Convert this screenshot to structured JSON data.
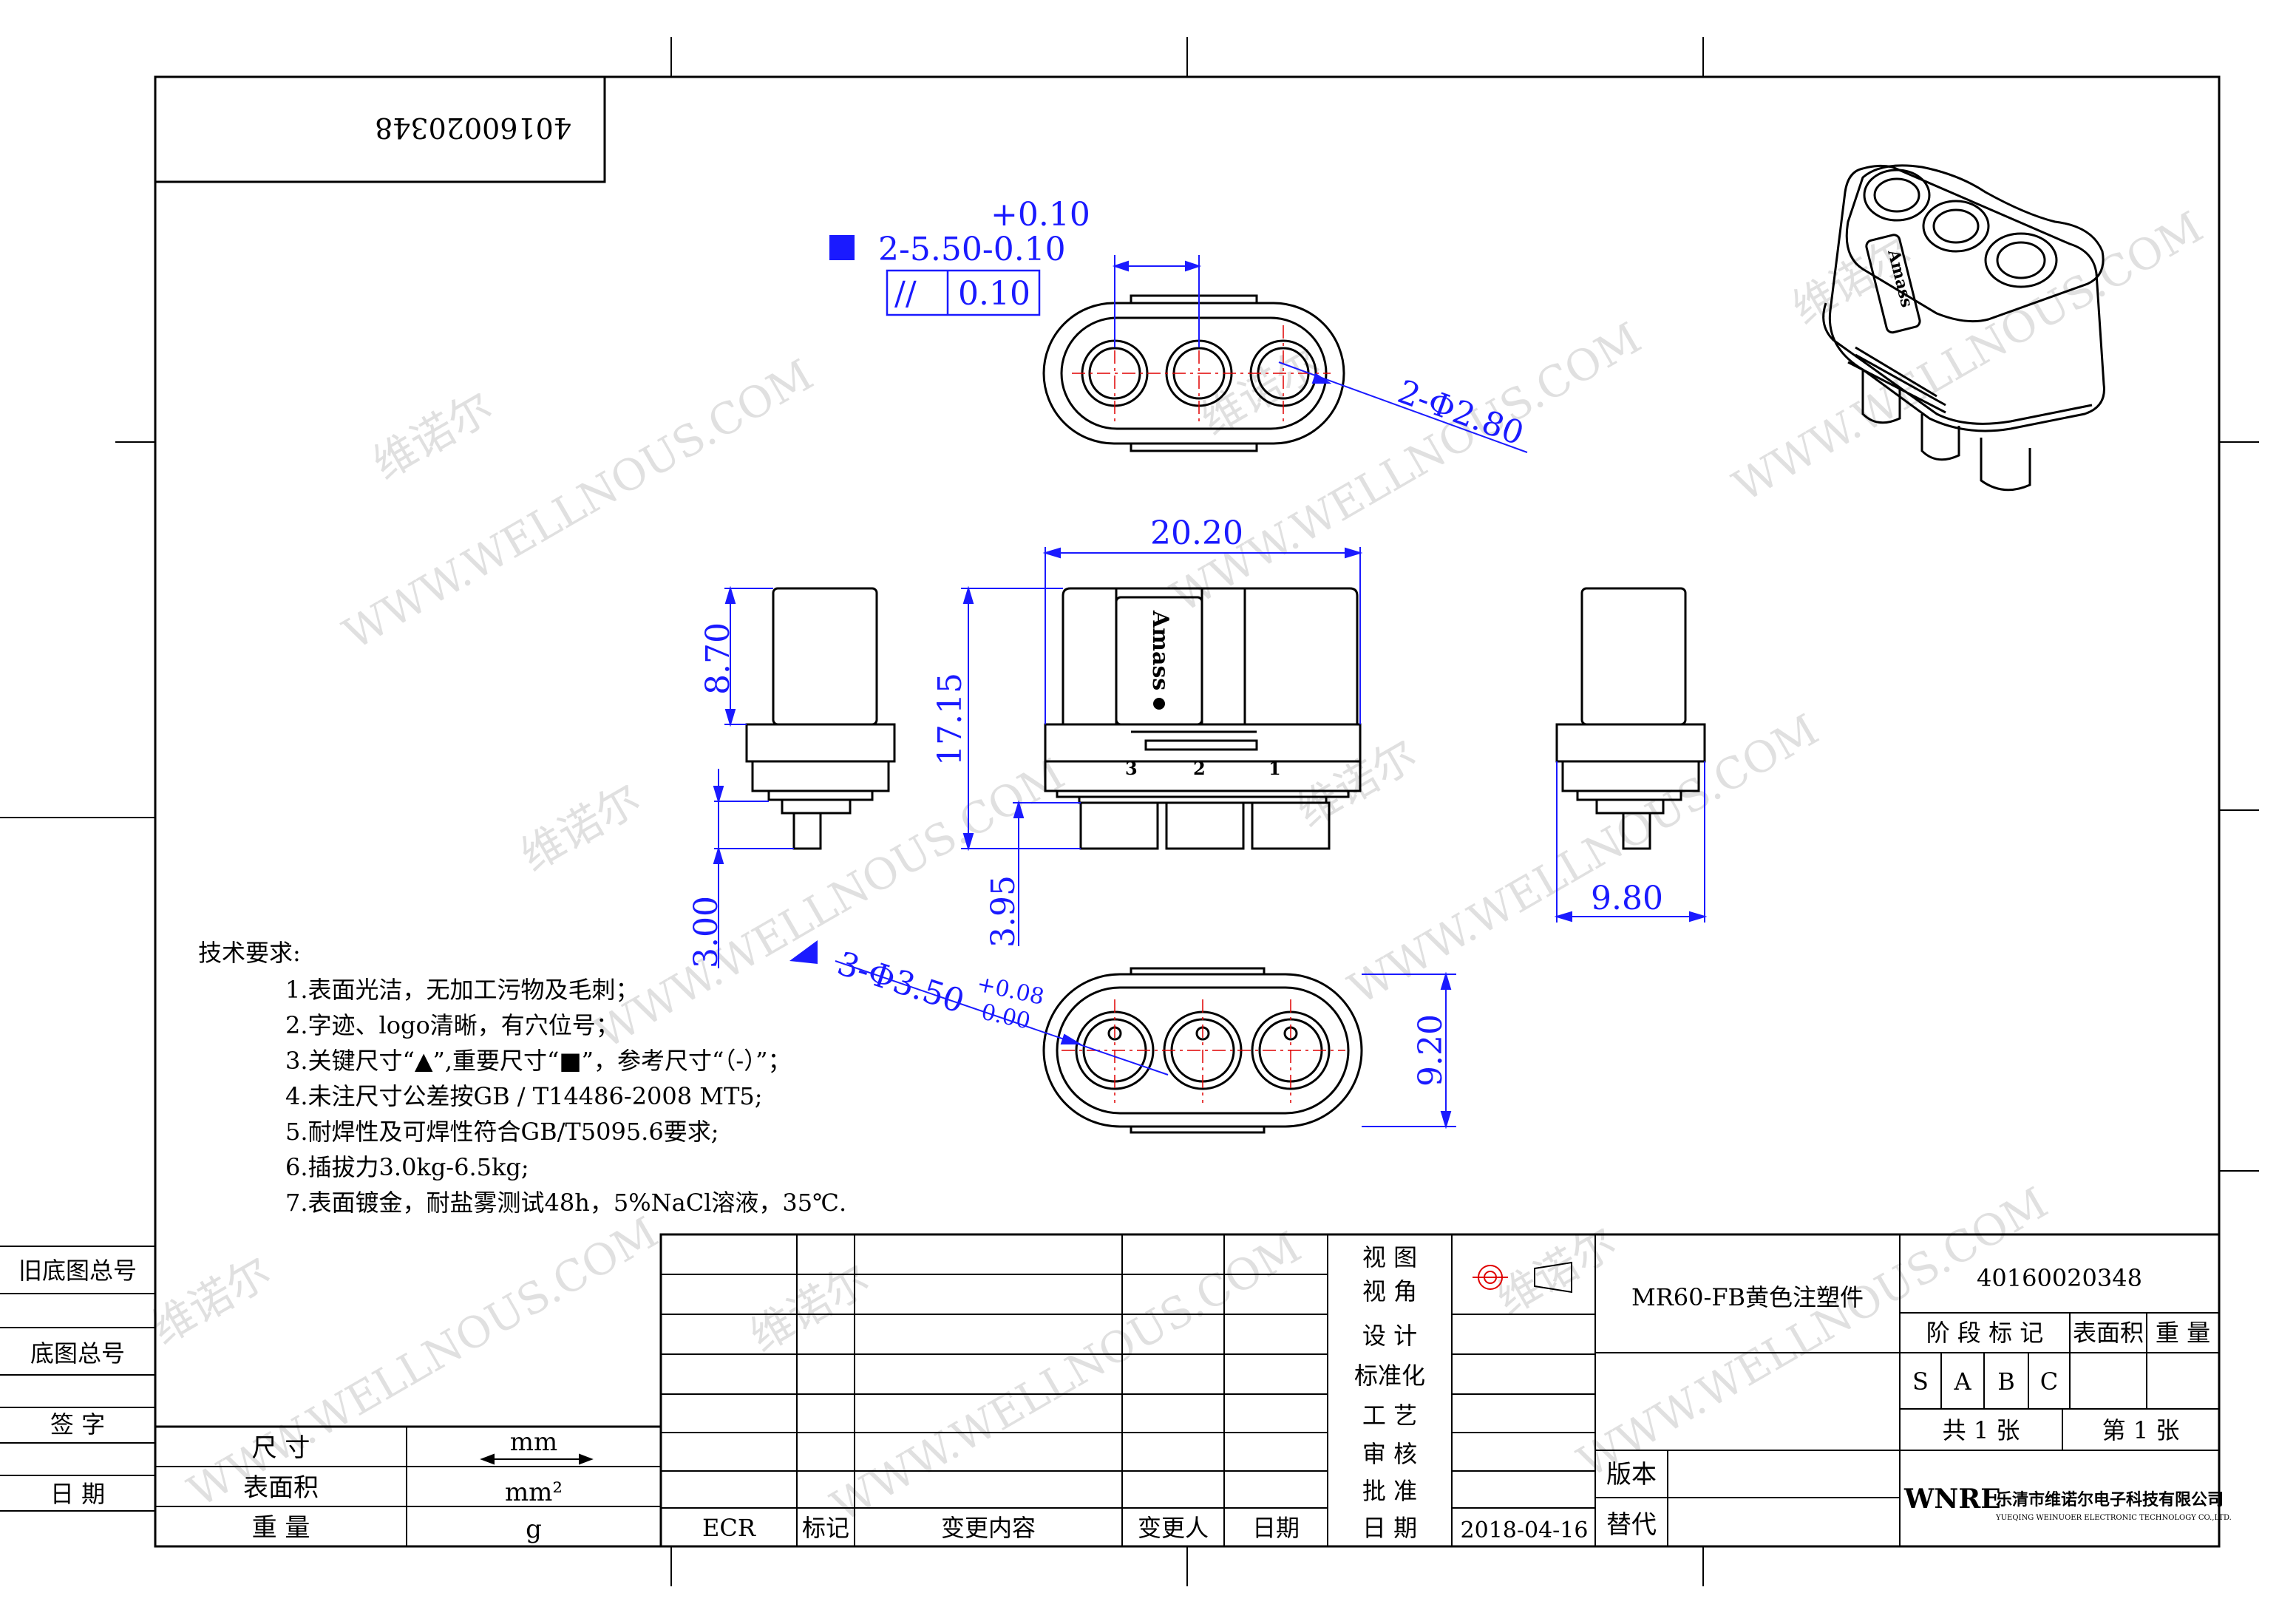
{
  "colors": {
    "dimension": "#1a1aff",
    "centerline": "#e00000",
    "line": "#000000",
    "watermark": "#d9d9d9"
  },
  "drawing_number_box": "40160020348",
  "dimensions": {
    "slot_tol_plus": "+0.10",
    "slot_spec": "2-5.50-0.10",
    "parallel_tol": "0.10",
    "parallel_symbol": "//",
    "hole_dia": "2-Φ2.80",
    "width_top": "20.20",
    "height_total": "17.15",
    "height_pin": "8.70",
    "height_lower": "3.95",
    "height_side": "3.00",
    "depth_side": "9.80",
    "bottom_height": "9.20",
    "pin_dia": "3-Φ3.50",
    "pin_tol_plus": "+0.08",
    "pin_tol_minus": "0.00",
    "pin_labels": [
      "3",
      "2",
      "1"
    ]
  },
  "logo_text": "Amass",
  "watermark": {
    "cn": "维诺尔",
    "en": "WWW.WELLNOUS.COM"
  },
  "tech_requirements": {
    "title": "技术要求:",
    "items": [
      "1.表面光洁，无加工污物及毛刺；",
      "2.字迹、logo清晰，有穴位号；",
      "3.关键尺寸“▲”,重要尺寸“■”，参考尺寸“（-）”；",
      "4.未注尺寸公差按GB / T14486-2008 MT5;",
      "5.耐焊性及可焊性符合GB/T5095.6要求;",
      "6.插拔力3.0kg-6.5kg;",
      "7.表面镀金，耐盐雾测试48h，5%NaCl溶液，35℃."
    ]
  },
  "left_column": [
    "旧底图总号",
    "底图总号",
    "签  字",
    "日  期"
  ],
  "unit_table": [
    {
      "label": "尺  寸",
      "value": "mm"
    },
    {
      "label": "表面积",
      "value": "mm²"
    },
    {
      "label": "重  量",
      "value": "g"
    }
  ],
  "revision_headers": [
    "ECR",
    "标记",
    "变更内容",
    "变更人",
    "日期"
  ],
  "sign_rows": [
    "视  图\n视  角",
    "设  计",
    "标准化",
    "工  艺",
    "审  核",
    "批  准",
    "日  期"
  ],
  "date_value": "2018-04-16",
  "part_name": "MR60-FB黄色注塑件",
  "part_number": "40160020348",
  "stage_headers": [
    "阶 段 标 记",
    "表面积",
    "重  量"
  ],
  "stage_marks": [
    "S",
    "A",
    "B",
    "C"
  ],
  "sheets_total": "共  1  张",
  "sheet_number": "第  1  张",
  "version_label": "版本",
  "replace_label": "替代",
  "company_logo": "WNRE",
  "company_name_cn": "乐清市维诺尔电子科技有限公司",
  "company_name_en": "YUEQING WEINUOER ELECTRONIC TECHNOLOGY CO.,LTD."
}
